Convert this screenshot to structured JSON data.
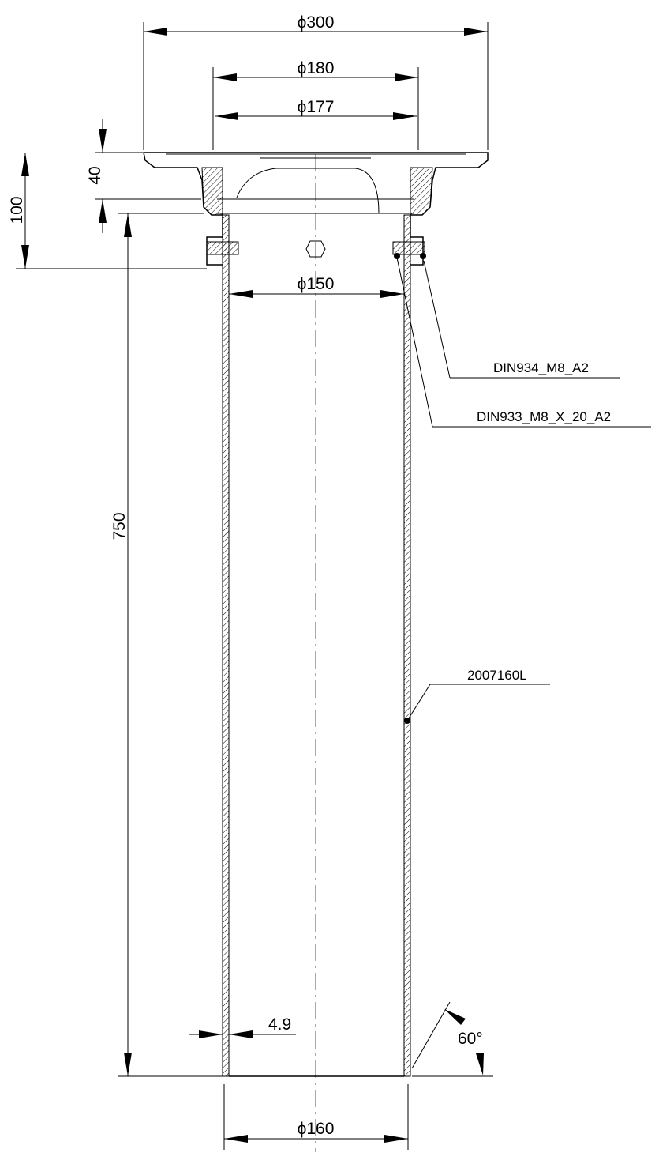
{
  "drawing": {
    "dimensions": {
      "outer_flange_diameter": "ϕ300",
      "flange_inner_diameter": "ϕ180",
      "grate_diameter": "ϕ177",
      "pipe_inner_diameter": "ϕ150",
      "pipe_outer_diameter": "ϕ160",
      "flange_height": "40",
      "body_height": "100",
      "pipe_length": "750",
      "wall_thickness": "4.9",
      "chamfer_angle": "60°"
    },
    "part_labels": {
      "nut": "DIN934_M8_A2",
      "bolt": "DIN933_M8_X_20_A2",
      "pipe": "2007160L"
    }
  }
}
